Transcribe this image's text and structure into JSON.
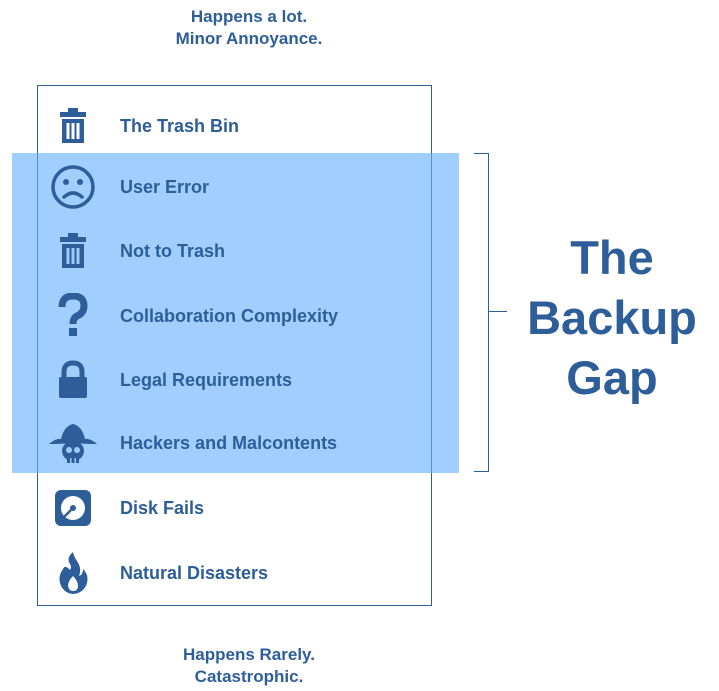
{
  "top_caption": {
    "line1": "Happens a lot.",
    "line2": "Minor Annoyance."
  },
  "bottom_caption": {
    "line1": "Happens Rarely.",
    "line2": "Catastrophic."
  },
  "gap_label": {
    "line1": "The",
    "line2": "Backup",
    "line3": "Gap"
  },
  "items": [
    {
      "label": "The Trash Bin",
      "icon": "trash-bin-icon"
    },
    {
      "label": "User Error",
      "icon": "sad-face-icon"
    },
    {
      "label": "Not to Trash",
      "icon": "trash-bin-icon"
    },
    {
      "label": "Collaboration Complexity",
      "icon": "question-mark-icon"
    },
    {
      "label": "Legal Requirements",
      "icon": "padlock-icon"
    },
    {
      "label": "Hackers and Malcontents",
      "icon": "pirate-skull-icon"
    },
    {
      "label": "Disk Fails",
      "icon": "disk-icon"
    },
    {
      "label": "Natural Disasters",
      "icon": "fire-icon"
    }
  ],
  "colors": {
    "primary": "#2d5e99",
    "highlight": "#66b0ff"
  }
}
